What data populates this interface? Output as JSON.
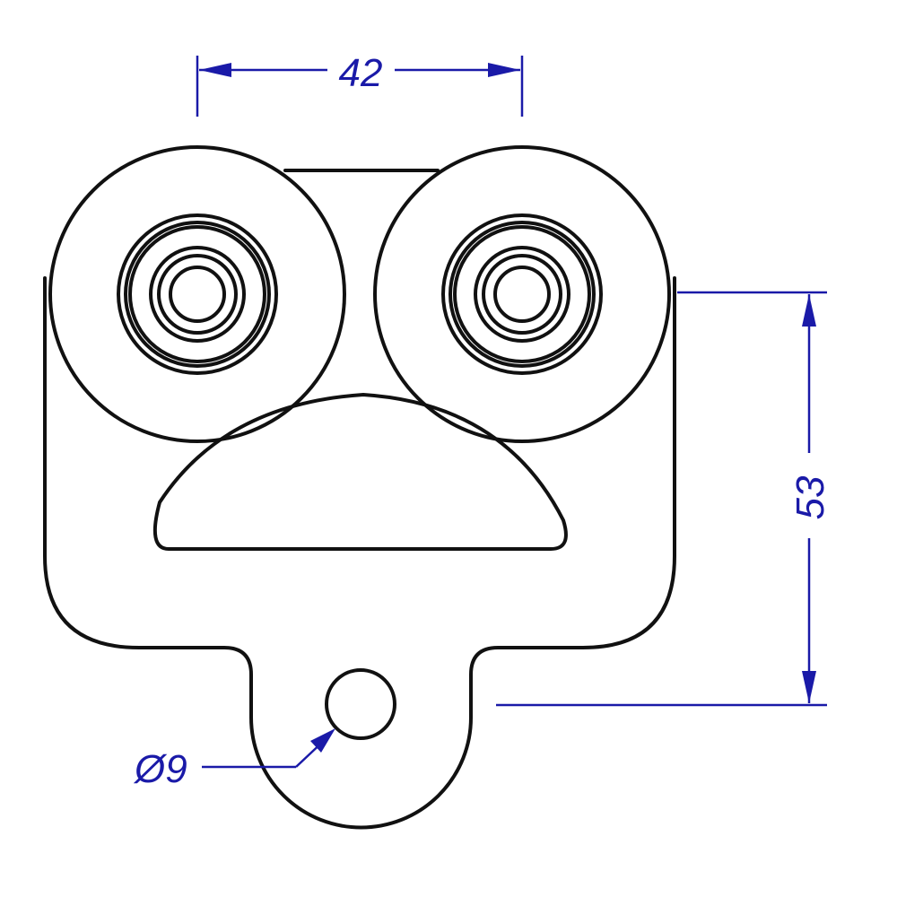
{
  "diagram": {
    "type": "technical-drawing",
    "colors": {
      "outline": "#111111",
      "dimension": "#1a1aa8",
      "background": "#ffffff"
    },
    "dimensions": {
      "wheel_spacing": "42",
      "height": "53",
      "hole_diameter": "Ø9"
    }
  }
}
